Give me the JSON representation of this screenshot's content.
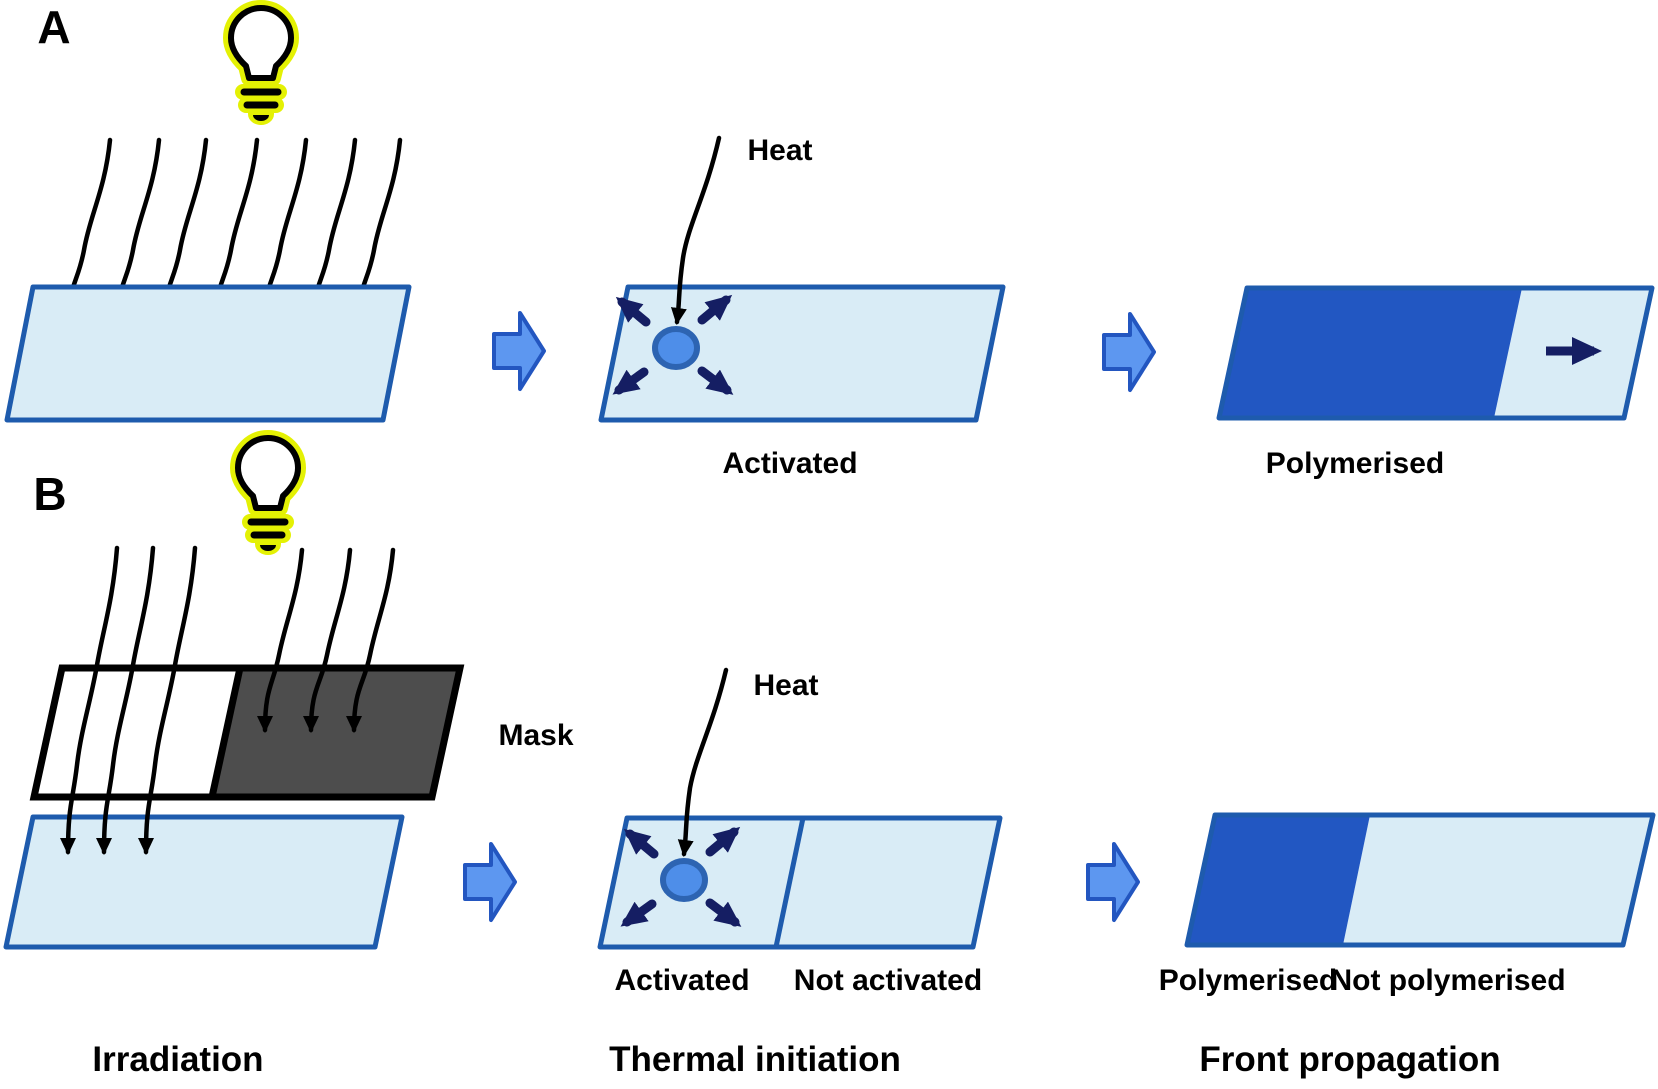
{
  "figure": {
    "panel_a_label": "A",
    "panel_b_label": "B",
    "stage_labels": {
      "irradiation": "Irradiation",
      "thermal_initiation": "Thermal initiation",
      "front_propagation": "Front propagation"
    },
    "row_a": {
      "heat_label": "Heat",
      "activated_label": "Activated",
      "polymerised_label": "Polymerised"
    },
    "row_b": {
      "mask_label": "Mask",
      "heat_label": "Heat",
      "activated_label": "Activated",
      "not_activated_label": "Not activated",
      "polymerised_label": "Polymerised",
      "not_polymerised_label": "Not polymerised"
    }
  },
  "colors": {
    "substrate_fill": "#d9ecf6",
    "substrate_border": "#1e5bad",
    "polymerised_fill": "#2257c2",
    "block_arrow_fill": "#5d97f0",
    "block_arrow_border": "#2356c0",
    "hotspot_fill": "#4e8ee9",
    "hotspot_ring": "#2d64b2",
    "navy_arrow": "#151e63",
    "mask_dark_fill": "#4d4d4d",
    "mask_outline": "#000000",
    "bulb_glow": "#e4f104",
    "ray_color": "#000000",
    "text_color": "#000000"
  }
}
